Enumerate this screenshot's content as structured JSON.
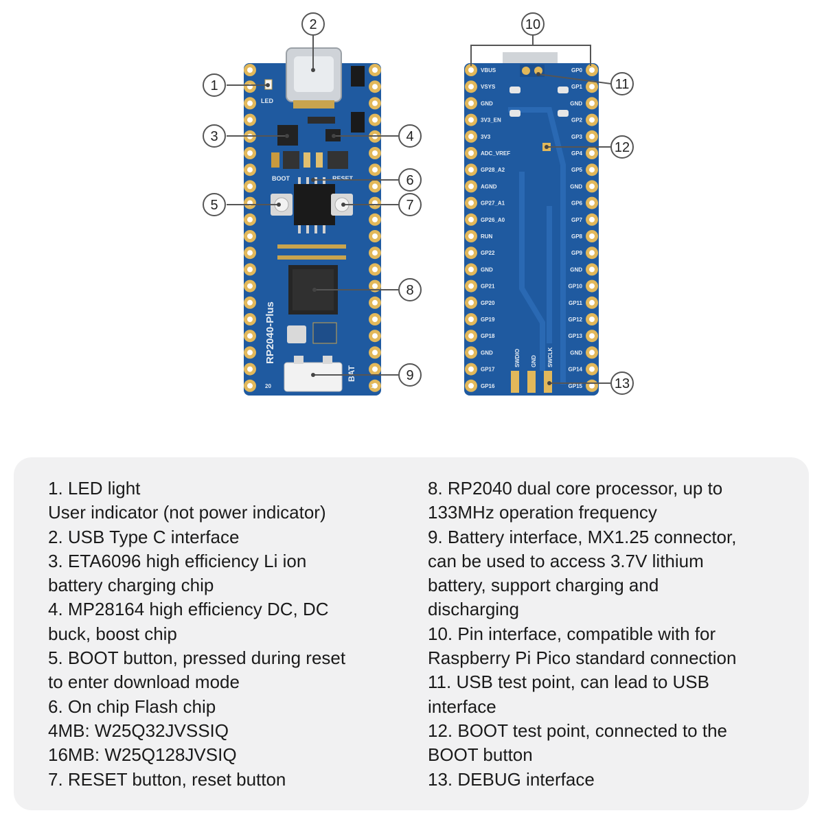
{
  "front_board": {
    "silkscreen": {
      "led": "LED",
      "boot": "BOOT",
      "reset": "RESET",
      "board_name": "RP2040-Plus",
      "bat": "BAT",
      "pin_1": "1",
      "pin_20": "20"
    }
  },
  "back_board": {
    "left_pins": [
      "VBUS",
      "VSYS",
      "GND",
      "3V3_EN",
      "3V3",
      "ADC_VREF",
      "GP28_A2",
      "AGND",
      "GP27_A1",
      "GP26_A0",
      "RUN",
      "GP22",
      "GND",
      "GP21",
      "GP20",
      "GP19",
      "GP18",
      "GND",
      "GP17",
      "GP16"
    ],
    "right_pins": [
      "GP0",
      "GP1",
      "GND",
      "GP2",
      "GP3",
      "GP4",
      "GP5",
      "GND",
      "GP6",
      "GP7",
      "GP8",
      "GP9",
      "GND",
      "GP10",
      "GP11",
      "GP12",
      "GP13",
      "GND",
      "GP14",
      "GP15"
    ],
    "debug_labels": [
      "SWDIO",
      "GND",
      "SWCLK"
    ]
  },
  "callouts": [
    "1",
    "2",
    "3",
    "4",
    "5",
    "6",
    "7",
    "8",
    "9",
    "10",
    "11",
    "12",
    "13"
  ],
  "descriptions": {
    "left": [
      "1. LED light",
      "User indicator (not power indicator)",
      "2. USB Type C interface",
      "3. ETA6096 high efficiency Li ion",
      "battery charging chip",
      "4. MP28164 high efficiency DC, DC",
      "buck, boost chip",
      "5. BOOT button, pressed during reset",
      "to enter download mode",
      "6. On chip Flash chip",
      "4MB: W25Q32JVSSIQ",
      "16MB: W25Q128JVSIQ",
      "7. RESET button, reset button"
    ],
    "right": [
      "8. RP2040 dual core processor, up to",
      "133MHz operation frequency",
      "9. Battery interface, MX1.25 connector,",
      "can be used to access 3.7V lithium",
      "battery, support charging and",
      "discharging",
      "10. Pin interface, compatible with for",
      "Raspberry Pi Pico standard connection",
      "11. USB test point, can lead to USB",
      "interface",
      "12. BOOT test point, connected to the",
      "BOOT button",
      "13. DEBUG interface"
    ]
  },
  "colors": {
    "pcb": "#1f5aa0",
    "pcb_dark": "#174a86",
    "pad": "#e2b85a",
    "panel": "#f1f1f2"
  }
}
